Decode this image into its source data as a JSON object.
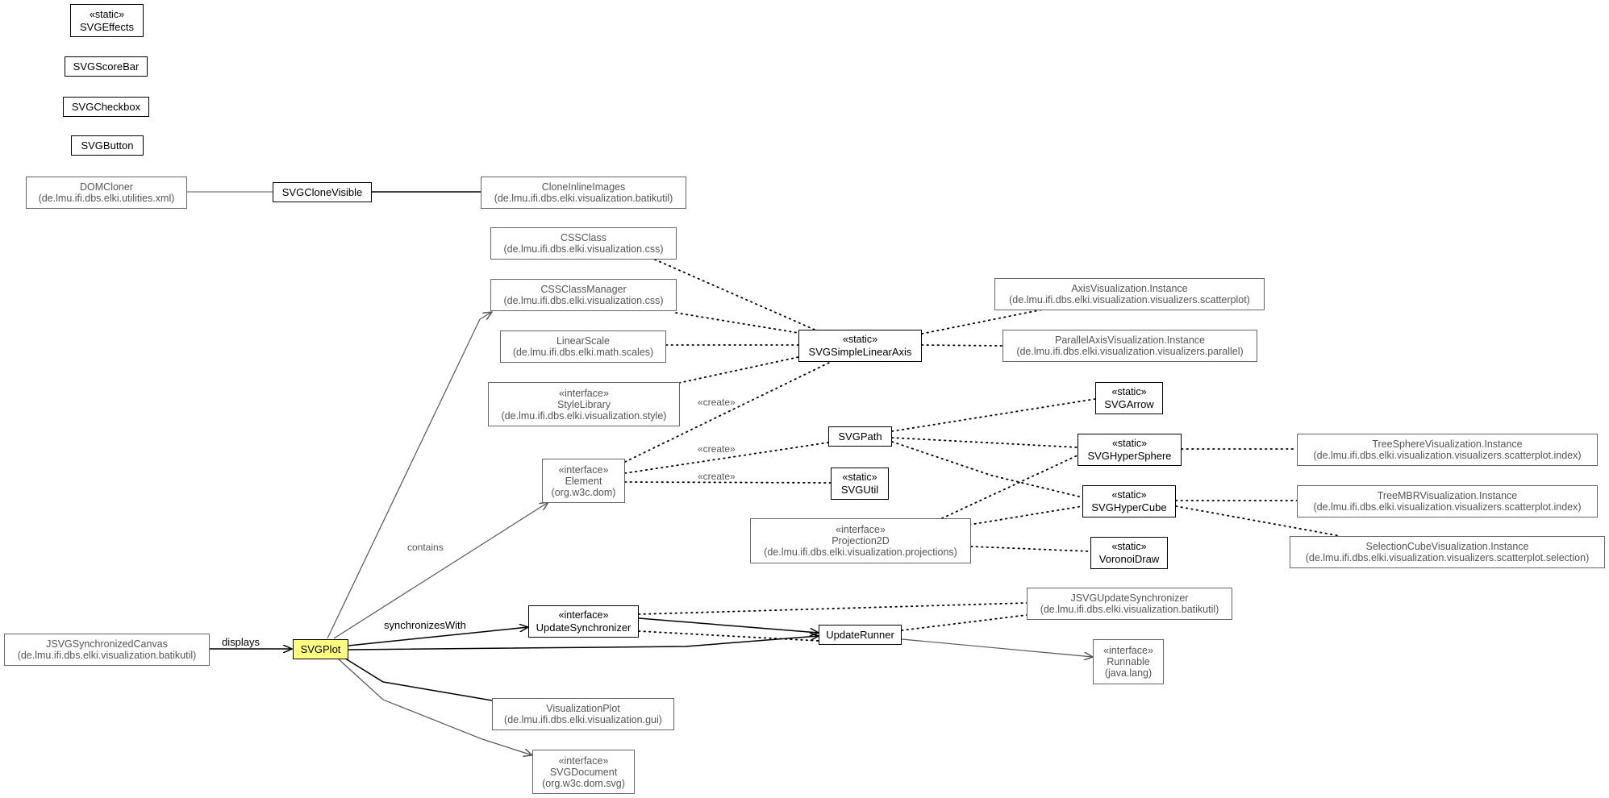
{
  "nodes": {
    "svgeffects": {
      "stereo": "«static»",
      "name": "SVGEffects"
    },
    "svgscorebar": {
      "name": "SVGScoreBar"
    },
    "svgcheckbox": {
      "name": "SVGCheckbox"
    },
    "svgbutton": {
      "name": "SVGButton"
    },
    "domcloner": {
      "name": "DOMCloner",
      "pkg": "(de.lmu.ifi.dbs.elki.utilities.xml)"
    },
    "svgclonevisible": {
      "name": "SVGCloneVisible"
    },
    "cloneinlineimages": {
      "name": "CloneInlineImages",
      "pkg": "(de.lmu.ifi.dbs.elki.visualization.batikutil)"
    },
    "cssclass": {
      "name": "CSSClass",
      "pkg": "(de.lmu.ifi.dbs.elki.visualization.css)"
    },
    "cssclassmanager": {
      "name": "CSSClassManager",
      "pkg": "(de.lmu.ifi.dbs.elki.visualization.css)"
    },
    "linearscale": {
      "name": "LinearScale",
      "pkg": "(de.lmu.ifi.dbs.elki.math.scales)"
    },
    "stylelibrary": {
      "stereo": "«interface»",
      "name": "StyleLibrary",
      "pkg": "(de.lmu.ifi.dbs.elki.visualization.style)"
    },
    "element": {
      "stereo": "«interface»",
      "name": "Element",
      "pkg": "(org.w3c.dom)"
    },
    "svgsimplelinearaxis": {
      "stereo": "«static»",
      "name": "SVGSimpleLinearAxis"
    },
    "axisvis": {
      "name": "AxisVisualization.Instance",
      "pkg": "(de.lmu.ifi.dbs.elki.visualization.visualizers.scatterplot)"
    },
    "parallelaxisvis": {
      "name": "ParallelAxisVisualization.Instance",
      "pkg": "(de.lmu.ifi.dbs.elki.visualization.visualizers.parallel)"
    },
    "svgarrow": {
      "stereo": "«static»",
      "name": "SVGArrow"
    },
    "svgpath": {
      "name": "SVGPath"
    },
    "svghypersphere": {
      "stereo": "«static»",
      "name": "SVGHyperSphere"
    },
    "treespherevis": {
      "name": "TreeSphereVisualization.Instance",
      "pkg": "(de.lmu.ifi.dbs.elki.visualization.visualizers.scatterplot.index)"
    },
    "svgutil": {
      "stereo": "«static»",
      "name": "SVGUtil"
    },
    "svghypercube": {
      "stereo": "«static»",
      "name": "SVGHyperCube"
    },
    "treembrvis": {
      "name": "TreeMBRVisualization.Instance",
      "pkg": "(de.lmu.ifi.dbs.elki.visualization.visualizers.scatterplot.index)"
    },
    "projection2d": {
      "stereo": "«interface»",
      "name": "Projection2D",
      "pkg": "(de.lmu.ifi.dbs.elki.visualization.projections)"
    },
    "selectioncubevis": {
      "name": "SelectionCubeVisualization.Instance",
      "pkg": "(de.lmu.ifi.dbs.elki.visualization.visualizers.scatterplot.selection)"
    },
    "voronoidraw": {
      "stereo": "«static»",
      "name": "VoronoiDraw"
    },
    "jsvgupdatesync": {
      "name": "JSVGUpdateSynchronizer",
      "pkg": "(de.lmu.ifi.dbs.elki.visualization.batikutil)"
    },
    "jsvgsyncanvas": {
      "name": "JSVGSynchronizedCanvas",
      "pkg": "(de.lmu.ifi.dbs.elki.visualization.batikutil)"
    },
    "svgplot": {
      "name": "SVGPlot"
    },
    "updatesync": {
      "stereo": "«interface»",
      "name": "UpdateSynchronizer"
    },
    "updaterunner": {
      "name": "UpdateRunner"
    },
    "runnable": {
      "stereo": "«interface»",
      "name": "Runnable",
      "pkg": "(java.lang)"
    },
    "visualizationplot": {
      "name": "VisualizationPlot",
      "pkg": "(de.lmu.ifi.dbs.elki.visualization.gui)"
    },
    "svgdocument": {
      "stereo": "«interface»",
      "name": "SVGDocument",
      "pkg": "(org.w3c.dom.svg)"
    }
  },
  "labels": {
    "displays": "displays",
    "contains": "contains",
    "synchronizes_with": "synchronizesWith",
    "create_1": "«create»",
    "create_2": "«create»",
    "create_3": "«create»"
  }
}
